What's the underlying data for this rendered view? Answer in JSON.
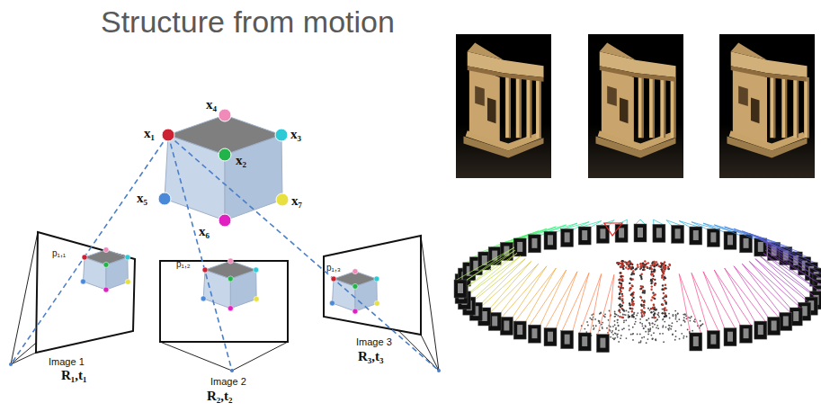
{
  "diagram": {
    "title": "Structure from motion",
    "labels": [
      "x₄",
      "x₁",
      "x₃",
      "x₂",
      "x₅",
      "x₆",
      "x₇",
      "p₁,₁",
      "p₁,₂",
      "p₁,₃",
      "Image 1",
      "R₁,t₁",
      "Image 2",
      "R₂,t₂",
      "Image 3",
      "R₃,t₃"
    ]
  }
}
